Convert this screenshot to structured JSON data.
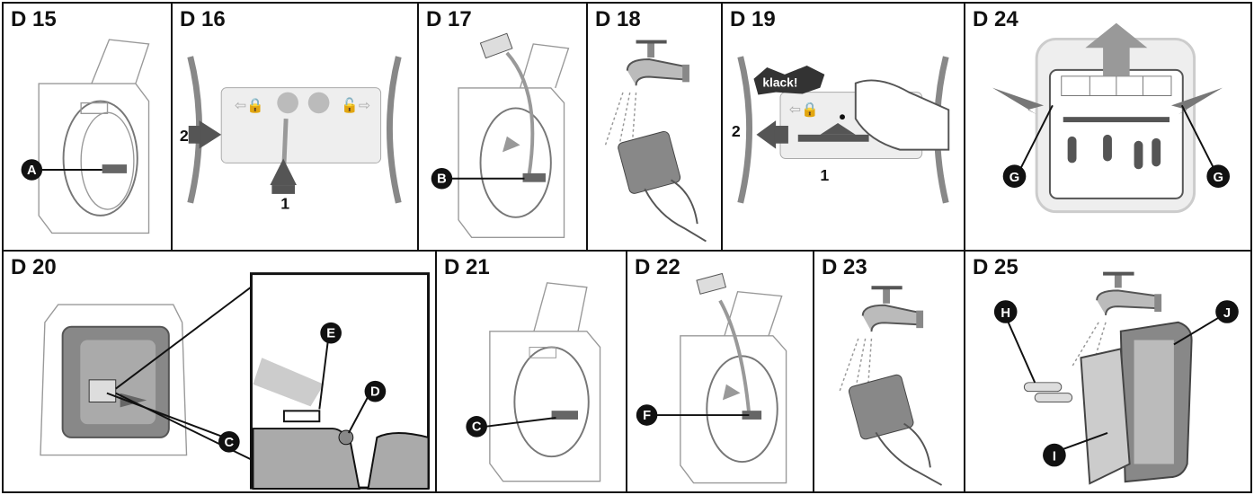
{
  "panels": {
    "d15": {
      "title": "D 15",
      "label": "A"
    },
    "d16": {
      "title": "D 16",
      "step1": "1",
      "step2": "2"
    },
    "d17": {
      "title": "D 17",
      "label": "B"
    },
    "d18": {
      "title": "D 18"
    },
    "d19": {
      "title": "D 19",
      "sound": "klack!",
      "step1": "1",
      "step2": "2"
    },
    "d24": {
      "title": "D 24",
      "label_left": "G",
      "label_right": "G"
    },
    "d20": {
      "title": "D 20",
      "label_c": "C",
      "label_d": "D",
      "label_e": "E"
    },
    "d21": {
      "title": "D 21",
      "label": "C"
    },
    "d22": {
      "title": "D 22",
      "label": "F"
    },
    "d23": {
      "title": "D 23"
    },
    "d25": {
      "title": "D 25",
      "label_h": "H",
      "label_i": "I",
      "label_j": "J"
    }
  },
  "colors": {
    "border": "#111111",
    "gray": "#8a8a8a",
    "light": "#e6e6e6",
    "arrow": "#555555"
  }
}
